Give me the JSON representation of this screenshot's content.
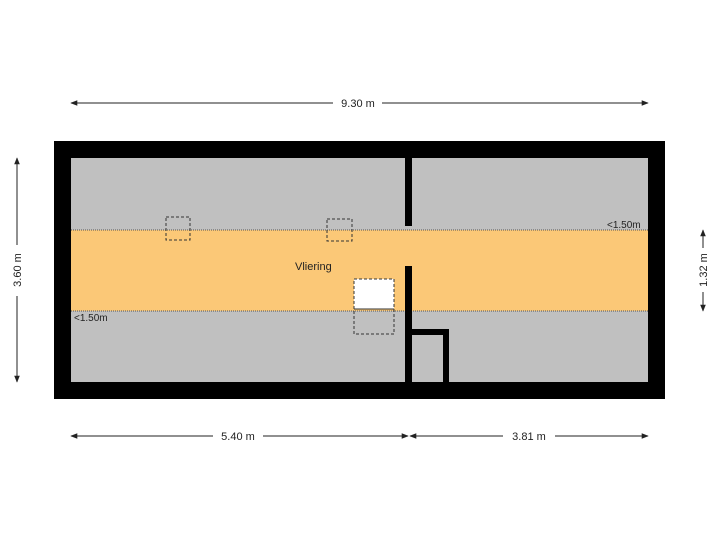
{
  "floorplan": {
    "room_label": "Vliering",
    "low_height_label_right": "<1.50m",
    "low_height_label_left": "<1.50m",
    "colors": {
      "wall": "#000000",
      "floor_low": "#c0c0c0",
      "floor_main": "#fbc877",
      "void": "#ffffff"
    }
  },
  "dimensions": {
    "top_total": "9.30 m",
    "left_total": "3.60 m",
    "right_strip": "1.32 m",
    "bottom_left": "5.40 m",
    "bottom_right": "3.81 m"
  }
}
